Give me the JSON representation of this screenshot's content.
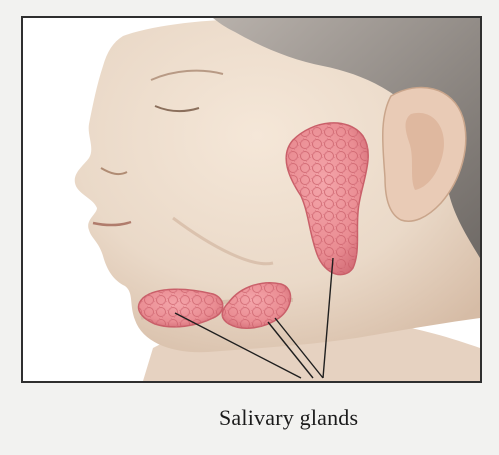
{
  "labels": {
    "caption": "Salivary glands"
  },
  "colors": {
    "skin": "#ead9c8",
    "skin_shadow": "#d5b9a2",
    "hair": "#8f8984",
    "gland": "#ea8d93",
    "gland_dark": "#c95f69",
    "frame": "#2f2f2f",
    "leader_line": "#1f1f1f"
  },
  "structures": [
    "parotid-gland",
    "submandibular-gland",
    "sublingual-gland"
  ]
}
